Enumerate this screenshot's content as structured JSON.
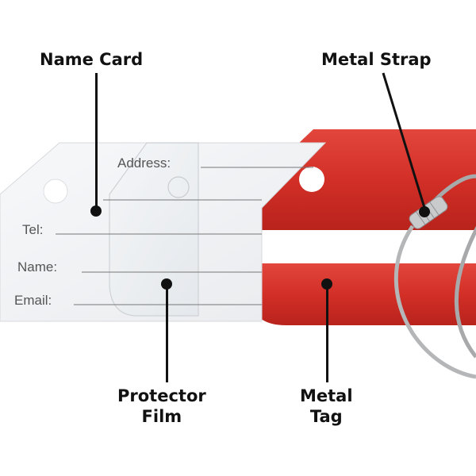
{
  "callouts": {
    "name_card": "Name Card",
    "metal_strap": "Metal Strap",
    "protector_film_line1": "Protector",
    "protector_film_line2": "Film",
    "metal_tag_line1": "Metal",
    "metal_tag_line2": "Tag"
  },
  "card_fields": {
    "address": "Address:",
    "tel": "Tel:",
    "name": "Name:",
    "email": "Email:"
  },
  "colors": {
    "metal_tag": "#d8312a",
    "name_card": "#f2f3f5",
    "protector_film": "#e8ecef",
    "strap": "#b7b9bb",
    "leader": "#111111"
  }
}
